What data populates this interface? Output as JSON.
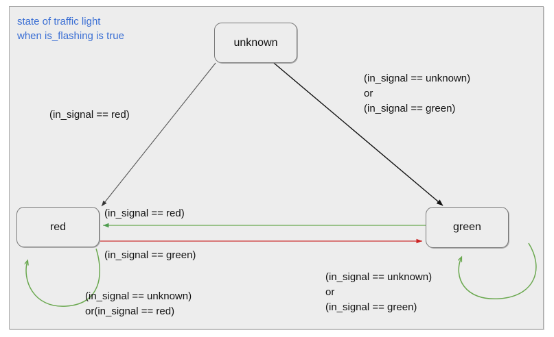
{
  "diagram": {
    "title": "state of traffic light\nwhen is_flashing is true",
    "title_color": "#3b6fd4",
    "background_color": "#ededed",
    "border_color": "#aaaaaa",
    "states": [
      {
        "id": "unknown",
        "label": "unknown"
      },
      {
        "id": "red",
        "label": "red"
      },
      {
        "id": "green",
        "label": "green"
      }
    ],
    "transitions": [
      {
        "id": "unknown-to-red",
        "from": "unknown",
        "to": "red",
        "guard": "(in_signal == red)",
        "color": "#444444"
      },
      {
        "id": "unknown-to-green",
        "from": "unknown",
        "to": "green",
        "guard": "(in_signal == unknown)\nor\n(in_signal == green)",
        "color": "#111111"
      },
      {
        "id": "green-to-red",
        "from": "green",
        "to": "red",
        "guard": "(in_signal == red)",
        "color": "#4f9c4f"
      },
      {
        "id": "red-to-green",
        "from": "red",
        "to": "green",
        "guard": "(in_signal == green)",
        "color": "#cc2222"
      },
      {
        "id": "red-self",
        "from": "red",
        "to": "red",
        "guard": "(in_signal == unknown)\nor(in_signal == red)",
        "color": "#6aa84f"
      },
      {
        "id": "green-self",
        "from": "green",
        "to": "green",
        "guard": "(in_signal == unknown)\nor\n(in_signal == green)",
        "color": "#6aa84f"
      }
    ]
  }
}
